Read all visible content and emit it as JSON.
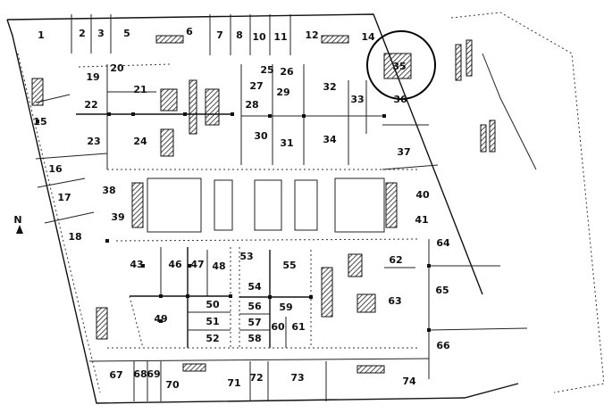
{
  "plan": {
    "compass_label": "N",
    "highlighted_unit": "35",
    "units": [
      "1",
      "2",
      "3",
      "5",
      "6",
      "7",
      "8",
      "10",
      "11",
      "12",
      "14",
      "35",
      "19",
      "20",
      "21",
      "22",
      "15",
      "23",
      "24",
      "25",
      "26",
      "27",
      "29",
      "28",
      "32",
      "33",
      "36",
      "30",
      "31",
      "34",
      "37",
      "16",
      "17",
      "18",
      "38",
      "39",
      "40",
      "41",
      "43",
      "46",
      "47",
      "48",
      "53",
      "55",
      "62",
      "64",
      "65",
      "54",
      "49",
      "50",
      "51",
      "52",
      "56",
      "57",
      "58",
      "59",
      "60",
      "61",
      "63",
      "66",
      "67",
      "68",
      "69",
      "70",
      "71",
      "72",
      "73",
      "74"
    ]
  }
}
